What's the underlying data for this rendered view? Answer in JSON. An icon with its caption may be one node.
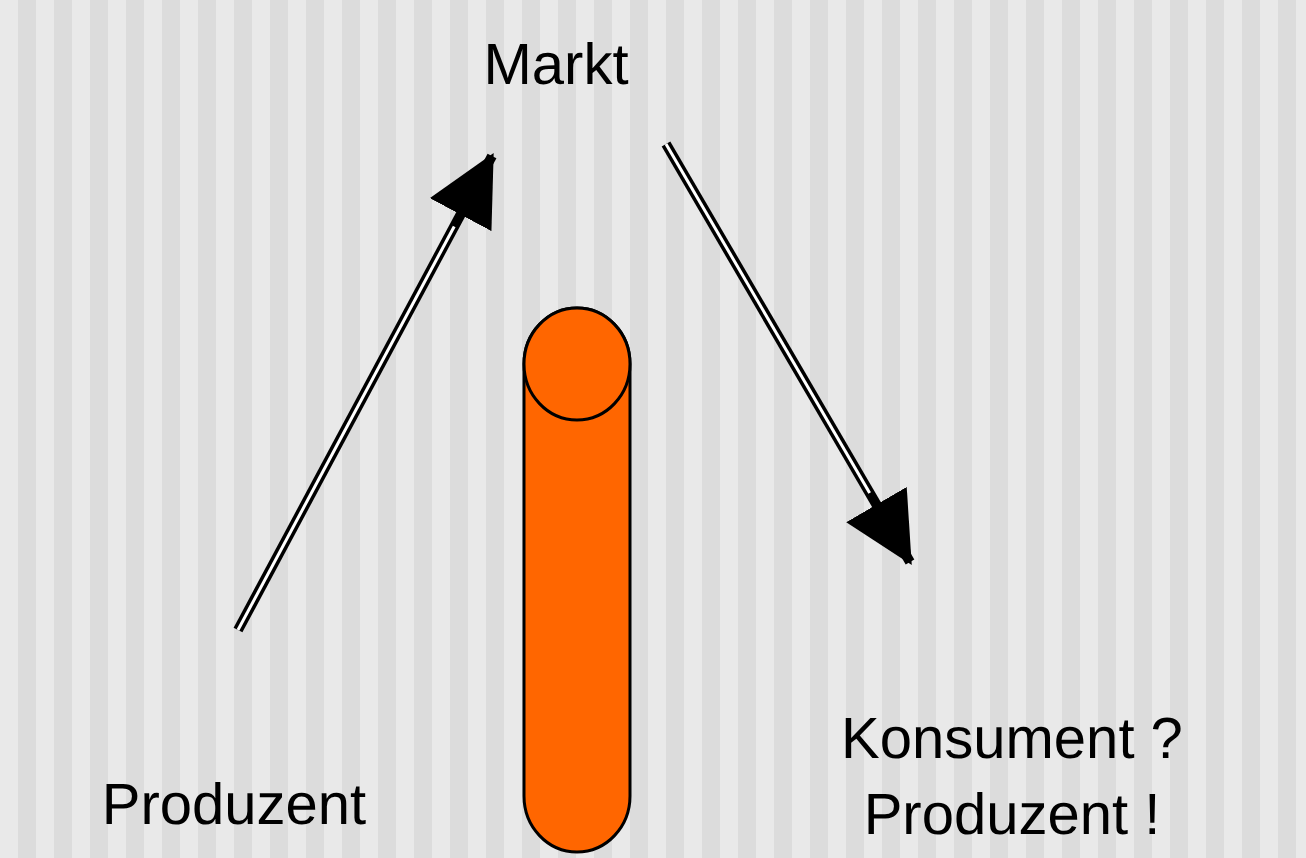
{
  "diagram": {
    "nodes": [
      {
        "text": [
          "Markt"
        ]
      },
      {
        "text": [
          "Produzent"
        ]
      },
      {
        "text": [
          "Konsument ? Produzent !"
        ]
      },
      {
        "text": [],
        "shape": "cylinder"
      }
    ],
    "edges": [
      {
        "from": 1,
        "to": 0,
        "arrow": "to"
      },
      {
        "from": 0,
        "to": 2,
        "arrow": "to"
      }
    ]
  }
}
